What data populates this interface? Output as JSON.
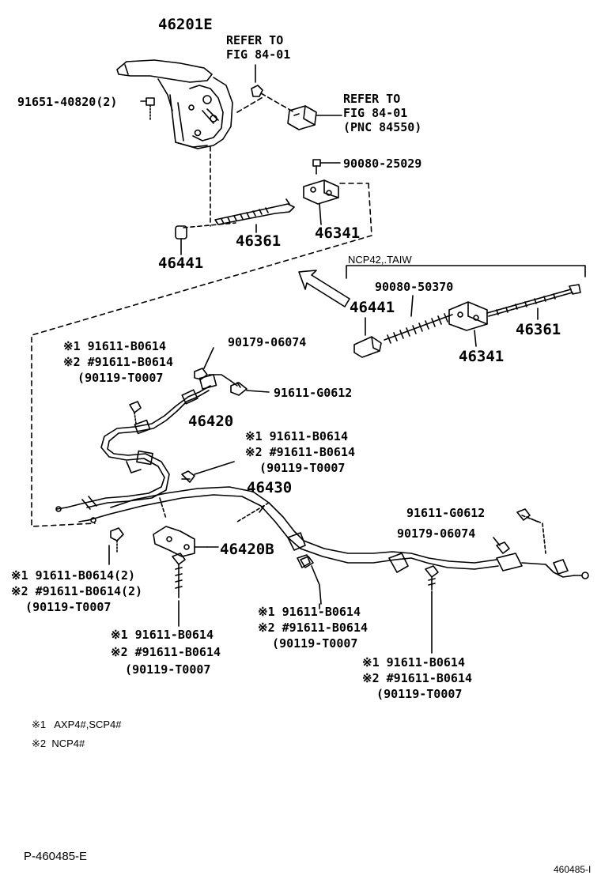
{
  "labels": {
    "part_46201E": "46201E",
    "refer_fig_top": "REFER TO\nFIG 84-01",
    "p_91651": "91651-40820(2)",
    "refer_fig_pnc": "REFER TO\nFIG 84-01\n(PNC 84550)",
    "p_90080_25029": "90080-25029",
    "p_46441_a": "46441",
    "p_46361_a": "46361",
    "p_46341_a": "46341",
    "ncp_header": "NCP42,.TAIW",
    "p_90080_50370": "90080-50370",
    "p_46441_b": "46441",
    "p_46361_b": "46361",
    "p_46341_b": "46341",
    "grp_left_top": "※1 91611-B0614\n※2 #91611-B0614\n  (90119-T0007",
    "p_90179_06074_a": "90179-06074",
    "p_91611_G0612_a": "91611-G0612",
    "p_46420": "46420",
    "grp_mid_right": "※1 91611-B0614\n※2 #91611-B0614\n  (90119-T0007",
    "p_46430": "46430",
    "p_91611_G0612_b": "91611-G0612",
    "p_90179_06074_b": "90179-06074",
    "p_46420B": "46420B",
    "grp_left_bottom": "※1 91611-B0614(2)\n※2 #91611-B0614(2)\n  (90119-T0007",
    "grp_center_bottom": "※1 91611-B0614\n※2 #91611-B0614\n  (90119-T0007",
    "grp_mid_bottom": "※1 91611-B0614\n※2 #91611-B0614\n  (90119-T0007",
    "grp_right_bottom": "※1 91611-B0614\n※2 #91611-B0614\n  (90119-T0007",
    "note1": "※1   AXP4#,SCP4#",
    "note2": "※2  NCP4#",
    "footer_left": "P-460485-E",
    "footer_right": "460485-I"
  },
  "colors": {
    "ink": "#000000",
    "paper": "#ffffff"
  }
}
